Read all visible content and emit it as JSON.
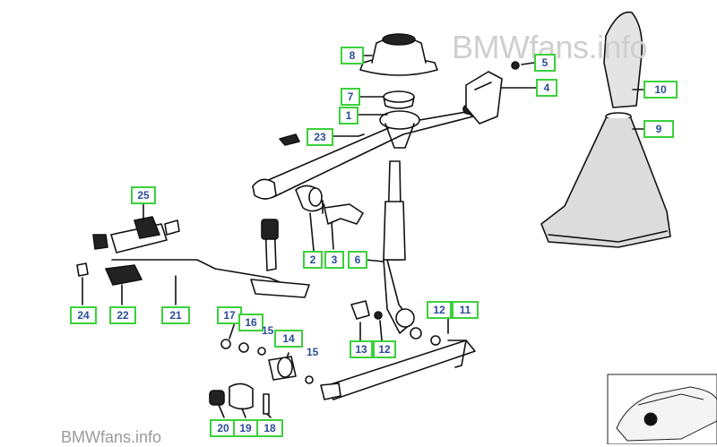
{
  "watermark": "BMWfans.info",
  "labels": {
    "l1": "1",
    "l2": "2",
    "l3": "3",
    "l4": "4",
    "l5": "5",
    "l6": "6",
    "l7": "7",
    "l8": "8",
    "l9": "9",
    "l10": "10",
    "l11": "11",
    "l12a": "12",
    "l12b": "12",
    "l13": "13",
    "l14": "14",
    "l15a": "15",
    "l15b": "15",
    "l16": "16",
    "l17": "17",
    "l18": "18",
    "l19": "19",
    "l20": "20",
    "l21": "21",
    "l22": "22",
    "l23": "23",
    "l24": "24",
    "l25": "25"
  }
}
